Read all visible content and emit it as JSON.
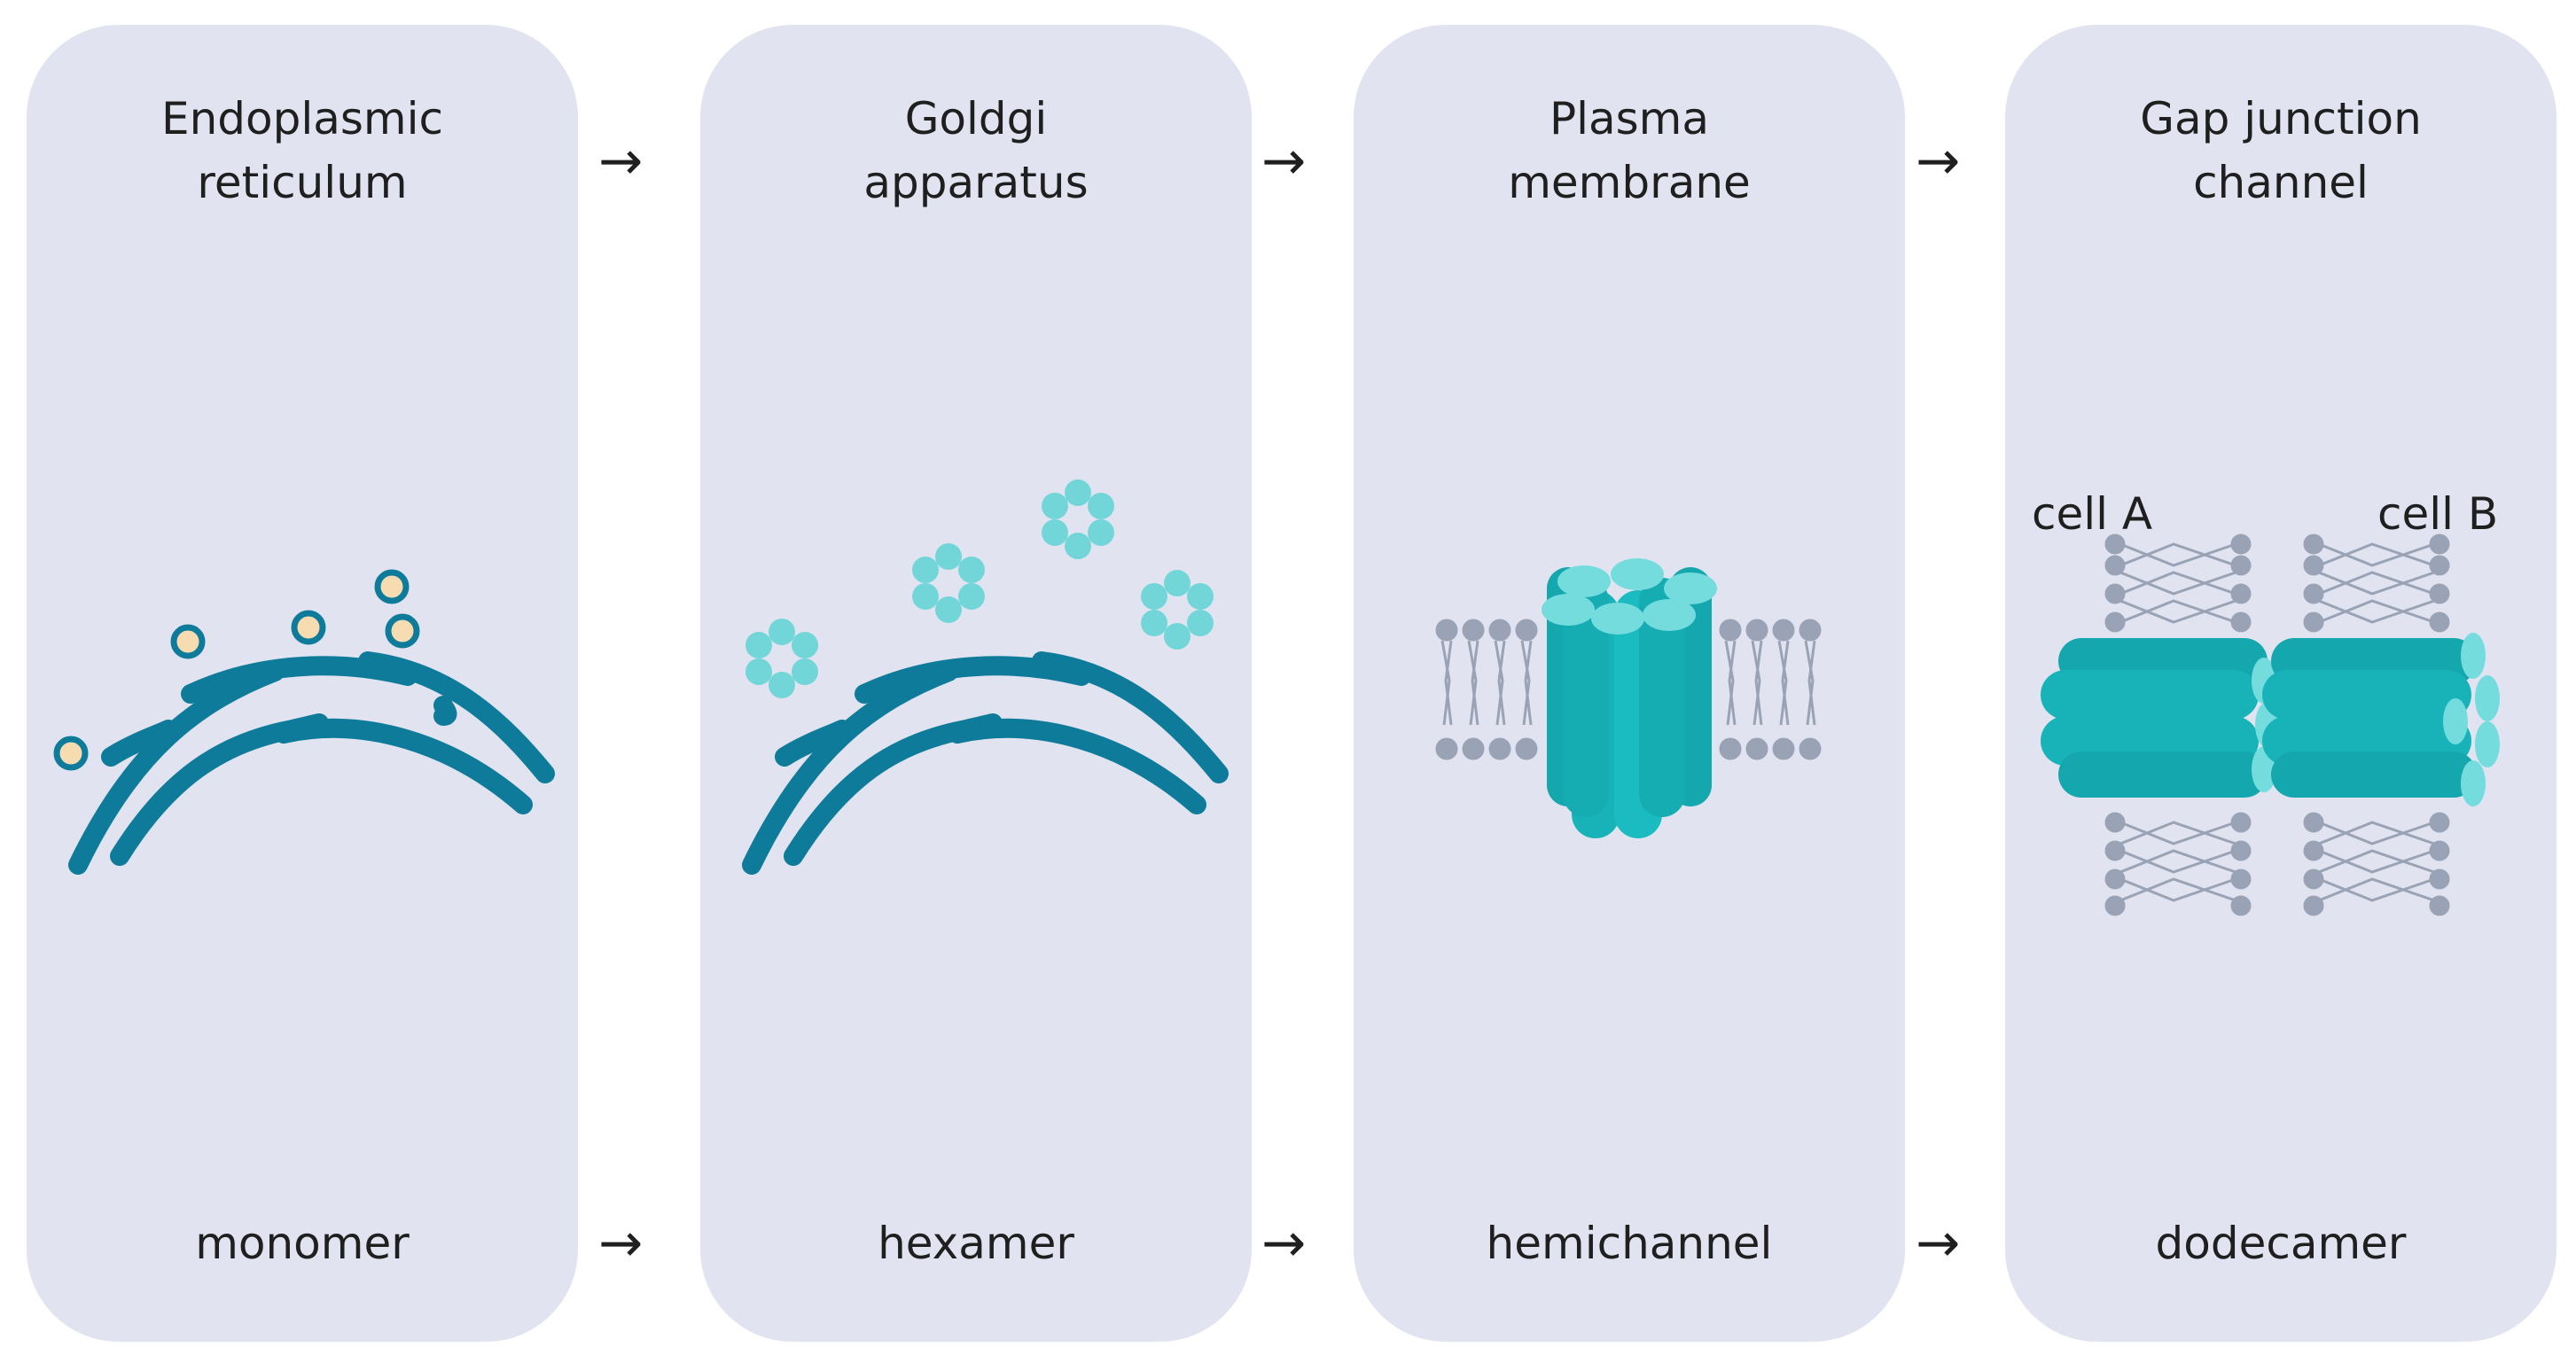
{
  "stages": [
    {
      "title": "Endoplasmic\nreticulum",
      "caption": "monomer"
    },
    {
      "title": "Goldgi\napparatus",
      "caption": "hexamer"
    },
    {
      "title": "Plasma\nmembrane",
      "caption": "hemichannel"
    },
    {
      "title": "Gap junction\nchannel",
      "caption": "dodecamer"
    }
  ],
  "arrow_glyph": "→",
  "cell_labels": {
    "left": "cell A",
    "right": "cell B"
  },
  "colors": {
    "panel": "#e1e4f0",
    "er_membrane": "#0e7b9b",
    "monomer_fill": "#f6dcb0",
    "hexamer_dot": "#72d6d9",
    "channel": "#18b3b8",
    "channel_light": "#75dcde",
    "lipid": "#9aa3b5"
  }
}
